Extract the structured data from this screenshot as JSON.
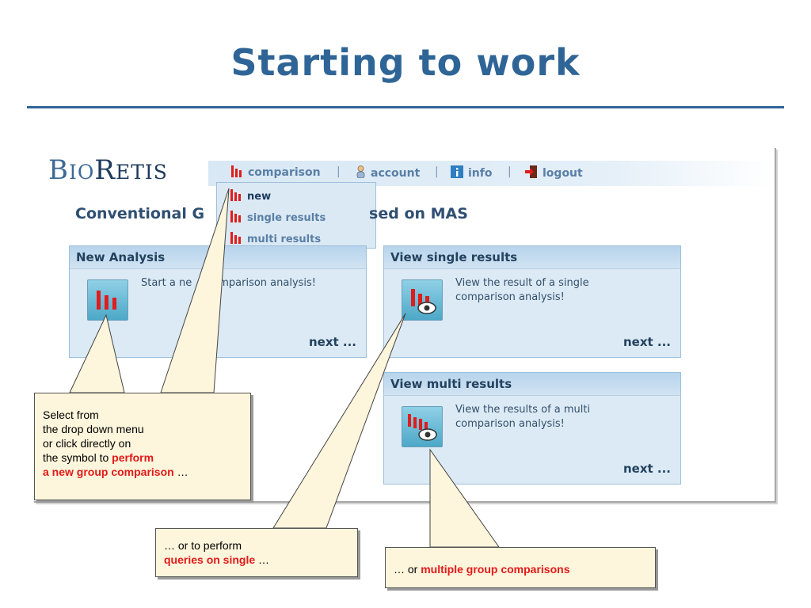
{
  "slide": {
    "title": "Starting to work"
  },
  "app": {
    "logo": {
      "b": "B",
      "io": "IO",
      "r": "R",
      "etis": "ETIS"
    },
    "nav": {
      "comparison": "comparison",
      "account": "account",
      "info": "info",
      "logout": "logout",
      "separator": "|"
    },
    "dropdown": {
      "items": [
        "new",
        "single results",
        "multi results"
      ]
    },
    "heading_left": "Conventional G",
    "heading_right": "sed on MAS",
    "panels": {
      "new_analysis": {
        "title": "New Analysis",
        "desc_left": "Start a ne",
        "desc_right": "mparison analysis!",
        "next": "next ..."
      },
      "single": {
        "title": "View single results",
        "desc": "View the result of a single comparison analysis!",
        "next": "next ..."
      },
      "multi": {
        "title": "View multi results",
        "desc": "View the results of a multi comparison analysis!",
        "next": "next ..."
      }
    }
  },
  "callouts": {
    "one": {
      "l1": "Select from",
      "l2": "the drop down menu",
      "l3": "or click directly on",
      "l4a": "the symbol to ",
      "l4b": "perform",
      "l5a": "a new group comparison",
      "l5b": " …"
    },
    "two": {
      "l1": "… or to perform",
      "l2a": "queries on single",
      "l2b": " …"
    },
    "three": {
      "a": "… or ",
      "b": "multiple group comparisons"
    }
  },
  "colors": {
    "title": "#2f6596",
    "highlight": "#e21a1a",
    "callout_fill": "#fdf5dc",
    "panel_fill": "#dceaf5"
  }
}
